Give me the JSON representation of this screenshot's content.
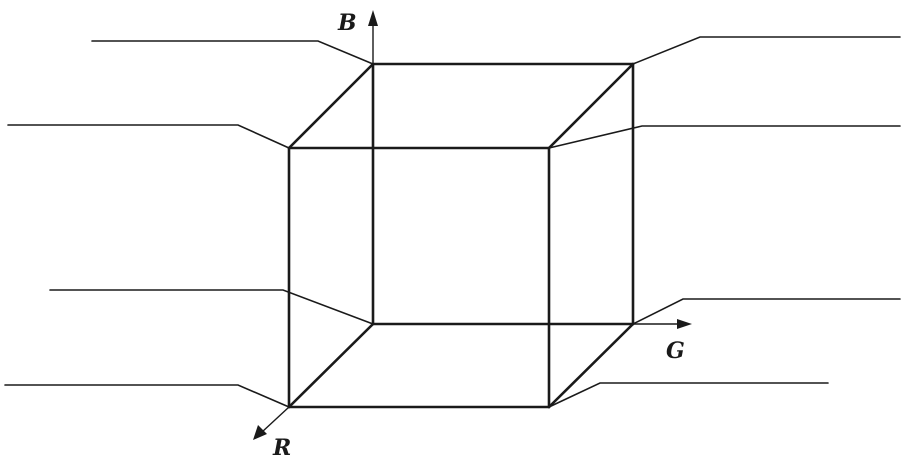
{
  "diagram": {
    "axes": {
      "red": "R",
      "green": "G",
      "blue": "B"
    },
    "stroke_color": "#1a1a1a",
    "background_color": "#ffffff"
  }
}
